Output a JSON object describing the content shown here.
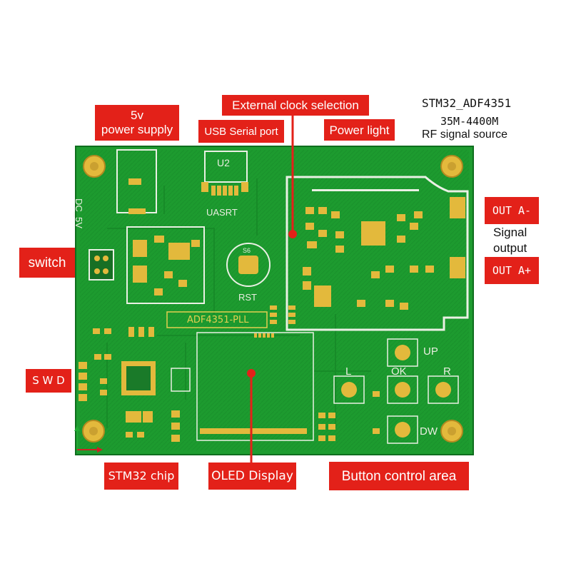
{
  "title": {
    "line1": "STM32_ADF4351",
    "line2": "35M-4400M",
    "line3": "RF signal source"
  },
  "callouts": {
    "power_supply": {
      "line1": "5v",
      "line2": "power supply"
    },
    "usb_serial": "USB Serial port",
    "external_clock": "External clock selection",
    "power_light": "Power light",
    "switch": "switch",
    "swd": "S W D",
    "stm32_chip": "STM32  chip",
    "oled": "OLED  Display",
    "button_area": "Button control area",
    "out_a_minus": "OUT A-",
    "out_a_plus": "OUT A+",
    "signal_output": {
      "line1": "Signal",
      "line2": "output"
    }
  },
  "board": {
    "dc_label": "DC_5V",
    "u2": "U2",
    "uasrt": "UASRT",
    "rst": "RST",
    "s6": "S6",
    "chip_label": "ADF4351-PLL",
    "buttons": {
      "up": "UP",
      "left": "L",
      "ok": "OK",
      "right": "R",
      "down": "DW"
    }
  },
  "colors": {
    "callout_red": "#e32119",
    "pcb_green": "#1d9a2e",
    "pad_gold": "#e3b93c",
    "silkscreen": "#eaf0e4"
  }
}
